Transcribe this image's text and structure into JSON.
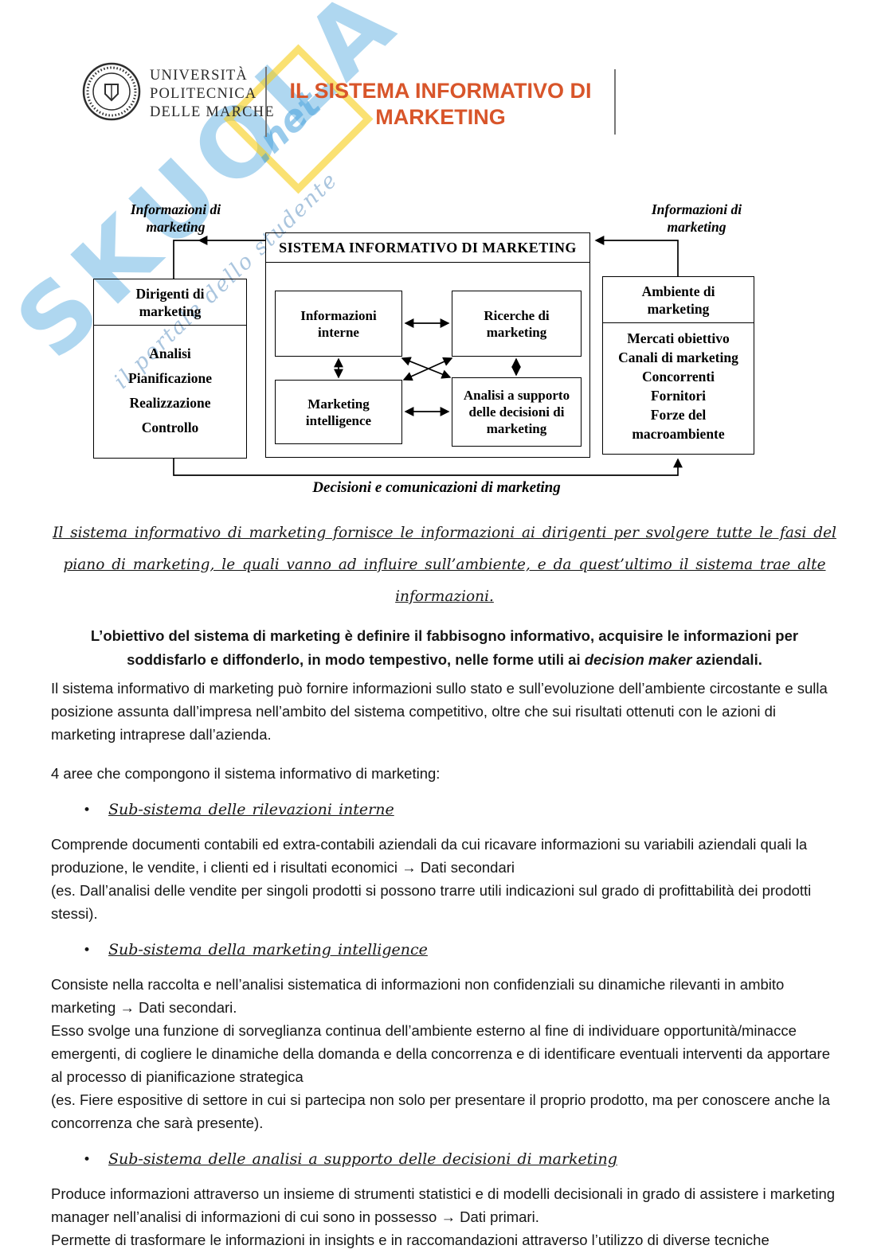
{
  "header": {
    "university_lines": [
      "UNIVERSITÀ",
      "POLITECNICA",
      "DELLE MARCHE"
    ],
    "title_line1": "IL SISTEMA INFORMATIVO DI",
    "title_line2": "MARKETING"
  },
  "watermark": {
    "main": "SKUOLA",
    "net": ".net",
    "tagline": "il portale dello studente"
  },
  "icons": {
    "university_logo": "university-seal-icon",
    "bullet_char": "•"
  },
  "colors": {
    "title_orange": "#D8552A",
    "watermark_blue": "#58AEE2",
    "watermark_yellow": "#F7CD14",
    "text": "#161616",
    "diagram_line": "#000000"
  },
  "diagram": {
    "label_left": "Informazioni di\nmarketing",
    "label_right": "Informazioni di\nmarketing",
    "center_title": "SISTEMA INFORMATIVO DI MARKETING",
    "inner_boxes": [
      "Informazioni\ninterne",
      "Ricerche di\nmarketing",
      "Marketing\nintelligence",
      "Analisi a supporto\ndelle decisioni di\nmarketing"
    ],
    "left_box": {
      "title": "Dirigenti di\nmarketing",
      "body": "Analisi\nPianificazione\nRealizzazione\nControllo"
    },
    "right_box": {
      "title": "Ambiente di\nmarketing",
      "body": "Mercati obiettivo\nCanali di marketing\nConcorrenti\nFornitori\nForze del\nmacroambiente"
    },
    "bottom_label": "Decisioni e comunicazioni di marketing"
  },
  "content": {
    "bullet_char": "•",
    "intro": "Il sistema informativo di marketing fornisce le informazioni ai dirigenti per svolgere tutte le fasi del piano di marketing, le quali vanno ad influire sull’ambiente, e da quest’ultimo il sistema trae alte informazioni.",
    "objective_part1": "L’obiettivo del sistema di marketing è definire il fabbisogno informativo, acquisire le informazioni per soddisfarlo e diffonderlo, in modo tempestivo, nelle forme utili ai ",
    "objective_italic": "decision maker",
    "objective_part2": " aziendali.",
    "para_overview": "Il sistema informativo di marketing può fornire informazioni sullo stato e sull’evoluzione dell’ambiente circostante e sulla posizione assunta dall’impresa nell’ambito del sistema competitivo, oltre che sui risultati ottenuti con le azioni di marketing intraprese dall’azienda.",
    "areas_intro": "4 aree che compongono il sistema informativo di marketing:",
    "bullets": [
      "Sub-sistema delle rilevazioni interne",
      "Sub-sistema della marketing intelligence",
      "Sub-sistema delle analisi a supporto delle decisioni di marketing"
    ],
    "para_sub1": "Comprende documenti contabili ed extra-contabili aziendali da cui ricavare informazioni su variabili aziendali quali la produzione, le vendite, i clienti ed i risultati economici → Dati secondari\n(es. Dall’analisi delle vendite per singoli prodotti si possono trarre utili indicazioni sul grado di profittabilità dei prodotti stessi).",
    "para_sub2": "Consiste nella raccolta e nell’analisi sistematica di informazioni non confidenziali su dinamiche rilevanti in ambito marketing → Dati secondari.\nEsso svolge una funzione di sorveglianza continua dell’ambiente esterno al fine di individuare opportunità/minacce emergenti, di cogliere le dinamiche della domanda e della concorrenza e di identificare eventuali interventi da apportare al processo di pianificazione strategica\n(es. Fiere espositive di settore in cui si partecipa non solo per presentare il proprio prodotto, ma per conoscere anche la concorrenza che sarà presente).",
    "para_sub3": "Produce informazioni attraverso un insieme di strumenti statistici e di modelli decisionali in grado di assistere i marketing manager nell’analisi di informazioni di cui sono in possesso → Dati primari.\nPermette di trasformare le informazioni in insights e in raccomandazioni attraverso l’utilizzo di diverse tecniche"
  }
}
